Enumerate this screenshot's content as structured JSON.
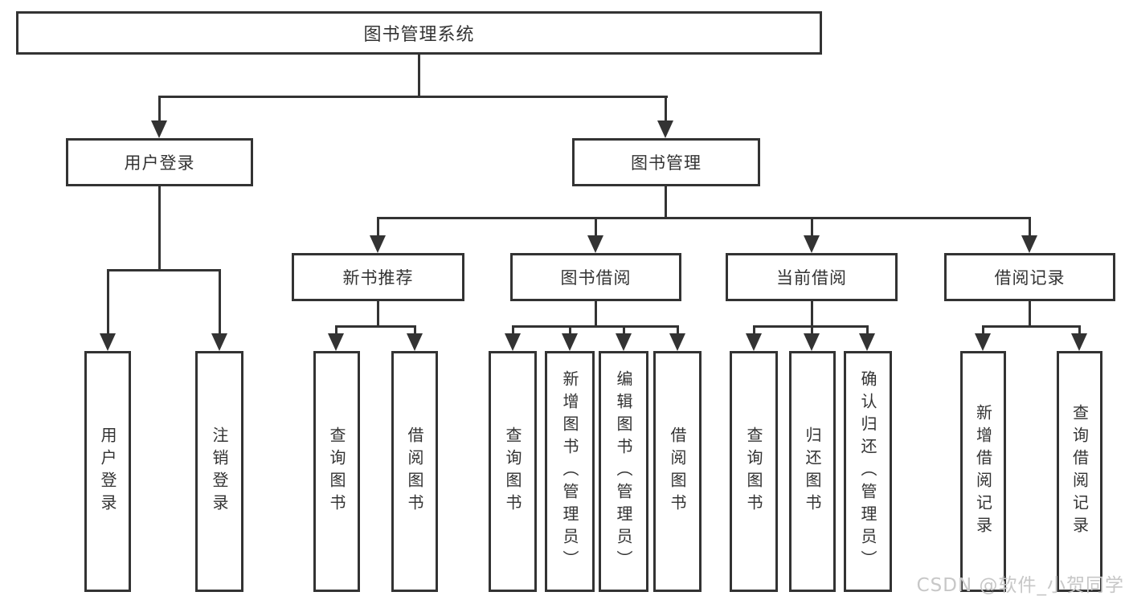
{
  "tree": {
    "root": "图书管理系统",
    "branches": [
      {
        "label": "用户登录",
        "leaves": [
          "用户登录",
          "注销登录"
        ]
      },
      {
        "label": "图书管理",
        "groups": [
          {
            "label": "新书推荐",
            "leaves": [
              "查询图书",
              "借阅图书"
            ]
          },
          {
            "label": "图书借阅",
            "leaves": [
              "查询图书",
              "新增图书（管理员）",
              "编辑图书（管理员）",
              "借阅图书"
            ]
          },
          {
            "label": "当前借阅",
            "leaves": [
              "查询图书",
              "归还图书",
              "确认归还（管理员）"
            ]
          },
          {
            "label": "借阅记录",
            "leaves": [
              "新增借阅记录",
              "查询借阅记录"
            ]
          }
        ]
      }
    ]
  },
  "watermark": {
    "text": "CSDN @软件_小贺同学"
  },
  "colors": {
    "line": "#333333",
    "text": "#333333",
    "background": "#ffffff",
    "watermark": "#c7c7c7"
  }
}
